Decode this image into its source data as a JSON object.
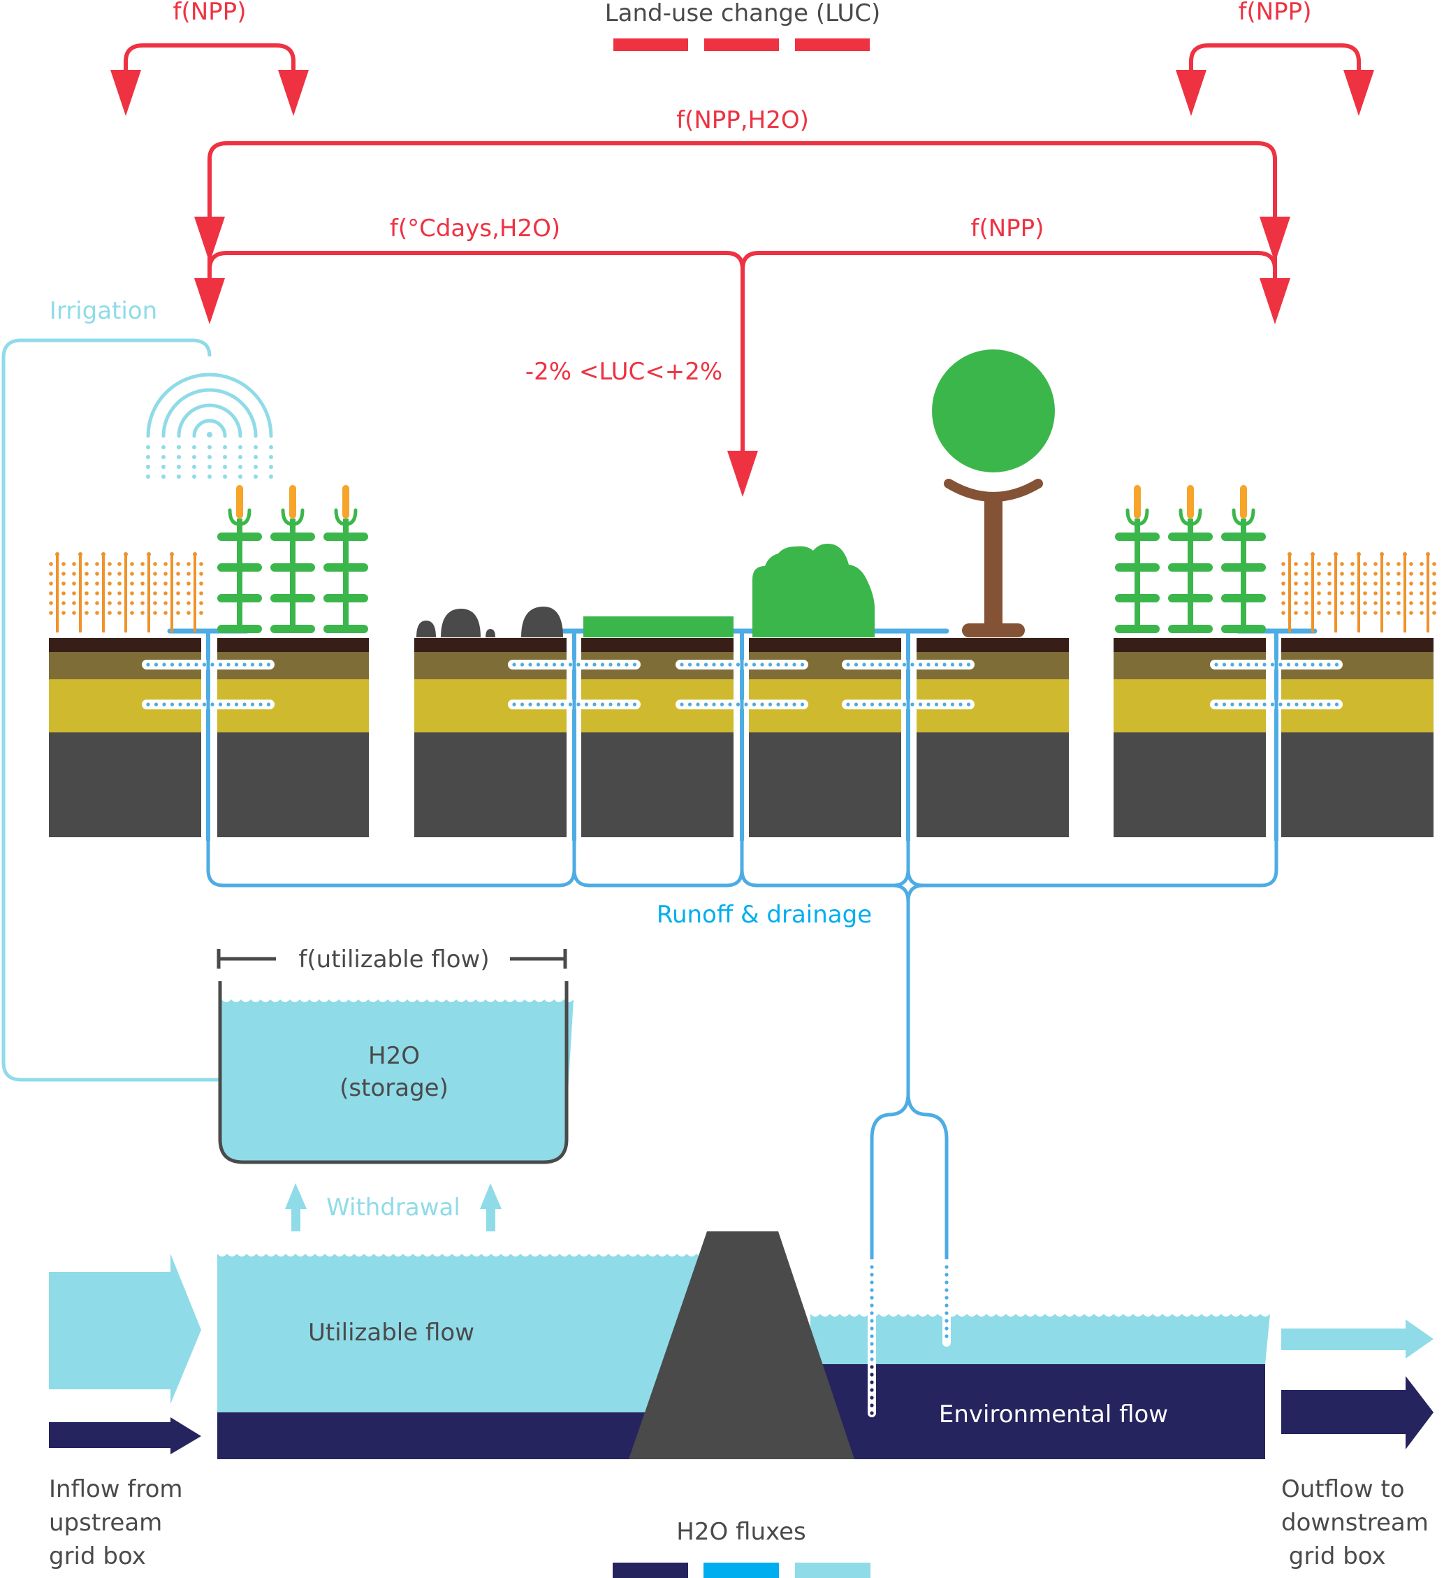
{
  "colors": {
    "red": "#ee3242",
    "navy": "#26245e",
    "blue": "#00aeef",
    "light_blue": "#8fdbe8",
    "runoff_line": "#4dace3",
    "green": "#3bb64b",
    "orange": "#f7a42b",
    "brown": "#845234",
    "soil_top": "#371f18",
    "soil_olive": "#7f6d38",
    "soil_yellow": "#cfba2f",
    "bedrock": "#4a4a4a"
  },
  "top": {
    "luc_title": "Land-use change (LUC)",
    "npp_left": "f(NPP)",
    "npp_right": "f(NPP)",
    "npp_h2o": "f(NPP,H2O)",
    "cdays_h2o": "f(°Cdays,H2O)",
    "npp_mid": "f(NPP)",
    "luc_range": "-2% <LUC<+2%"
  },
  "land": {
    "irrigation_label": "Irrigation",
    "runoff_label": "Runoff & drainage",
    "cover_types": [
      "cropland",
      "bare-soil",
      "grassland",
      "shrubland",
      "forest",
      "cropland"
    ]
  },
  "storage": {
    "capacity_label": "f(utilizable flow)",
    "title": "H2O",
    "subtitle": "(storage)",
    "withdrawal_label": "Withdrawal"
  },
  "river": {
    "utilizable_label": "Utilizable flow",
    "environmental_label": "Environmental flow",
    "inflow_label": [
      "Inflow from",
      "upstream",
      "grid box"
    ],
    "outflow_label": [
      "Outflow to",
      "downstream",
      " grid box"
    ]
  },
  "legend": {
    "title": "H2O fluxes",
    "swatches": [
      {
        "name": "environmental",
        "color": "#26245e"
      },
      {
        "name": "runoff",
        "color": "#00aeef"
      },
      {
        "name": "utilizable",
        "color": "#8fdbe8"
      }
    ]
  }
}
